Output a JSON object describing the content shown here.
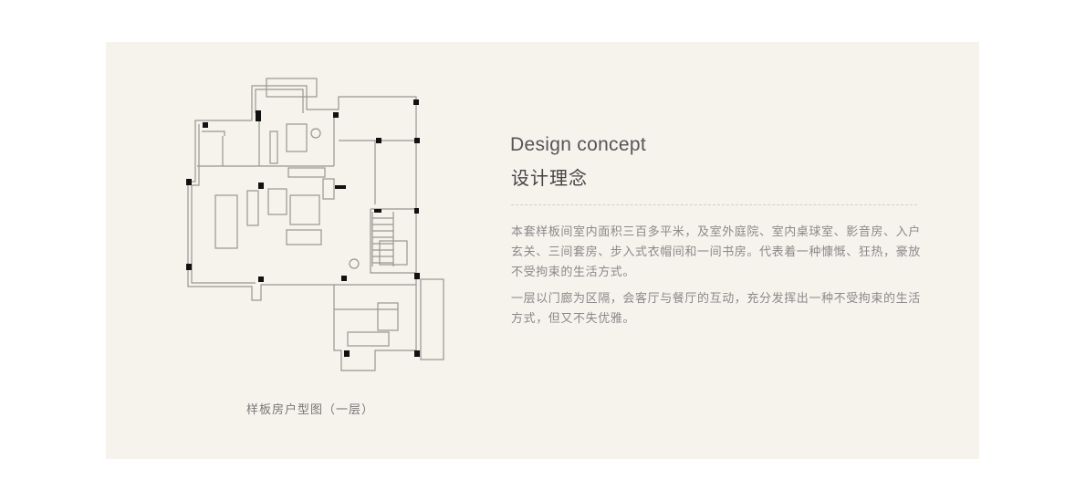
{
  "floor_plan": {
    "caption": "样板房户型图（一层）"
  },
  "concept": {
    "title_en": "Design concept",
    "title_cn": "设计理念",
    "paragraphs": [
      "本套样板间室内面积三百多平米，及室外庭院、室内桌球室、影音房、入户玄关、三间套房、步入式衣帽间和一间书房。代表着一种慷慨、狂热，豪放不受拘束的生活方式。",
      "一层以门廊为区隔，会客厅与餐厅的互动，充分发挥出一种不受拘束的生活方式，但又不失优雅。"
    ]
  },
  "colors": {
    "panel_bg": "#f6f3ed",
    "text": "#8a8a8a",
    "heading": "#444444"
  }
}
